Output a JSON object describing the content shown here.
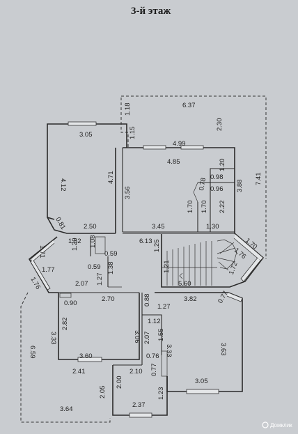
{
  "title": "3-й этаж",
  "watermark": "Домклик",
  "dimensions": [
    {
      "id": "d637",
      "text": "6.37"
    },
    {
      "id": "d230",
      "text": "2.30"
    },
    {
      "id": "d118",
      "text": "1.18"
    },
    {
      "id": "d115",
      "text": "1.15"
    },
    {
      "id": "d305a",
      "text": "3.05"
    },
    {
      "id": "d412",
      "text": "4.12"
    },
    {
      "id": "d471",
      "text": "4.71"
    },
    {
      "id": "d499",
      "text": "4.99"
    },
    {
      "id": "d485",
      "text": "4.85"
    },
    {
      "id": "d120a",
      "text": "1.20"
    },
    {
      "id": "d098",
      "text": "0.98"
    },
    {
      "id": "d741",
      "text": "7.41"
    },
    {
      "id": "d356",
      "text": "3.56"
    },
    {
      "id": "d078",
      "text": "0.78"
    },
    {
      "id": "d096",
      "text": "0.96"
    },
    {
      "id": "d388",
      "text": "3.88"
    },
    {
      "id": "d170a",
      "text": "1.70"
    },
    {
      "id": "d170b",
      "text": "1.70"
    },
    {
      "id": "d222",
      "text": "2.22"
    },
    {
      "id": "d081",
      "text": "0.81"
    },
    {
      "id": "d250",
      "text": "2.50"
    },
    {
      "id": "d345",
      "text": "3.45"
    },
    {
      "id": "d130",
      "text": "1.30"
    },
    {
      "id": "d152",
      "text": "1.52"
    },
    {
      "id": "d613",
      "text": "6.13"
    },
    {
      "id": "d170c",
      "text": "1.70"
    },
    {
      "id": "d171",
      "text": "1.71"
    },
    {
      "id": "d120b",
      "text": "1.20"
    },
    {
      "id": "d108",
      "text": "1.08"
    },
    {
      "id": "d059a",
      "text": "0.59"
    },
    {
      "id": "d125",
      "text": "1.25"
    },
    {
      "id": "d176a",
      "text": "1.76"
    },
    {
      "id": "d177",
      "text": "1.77"
    },
    {
      "id": "d059b",
      "text": "0.59"
    },
    {
      "id": "d138",
      "text": "1.38"
    },
    {
      "id": "d127a",
      "text": "1.27"
    },
    {
      "id": "d121",
      "text": "1.21"
    },
    {
      "id": "d172",
      "text": "1.72"
    },
    {
      "id": "d176b",
      "text": "1.76"
    },
    {
      "id": "d207a",
      "text": "2.07"
    },
    {
      "id": "d560",
      "text": "5.60"
    },
    {
      "id": "d090",
      "text": "0.90"
    },
    {
      "id": "d270",
      "text": "2.70"
    },
    {
      "id": "d088",
      "text": "0.88"
    },
    {
      "id": "d382",
      "text": "3.82"
    },
    {
      "id": "d077a",
      "text": "0.77"
    },
    {
      "id": "d127b",
      "text": "1.27"
    },
    {
      "id": "d112",
      "text": "1.12"
    },
    {
      "id": "d333a",
      "text": "3.33"
    },
    {
      "id": "d282",
      "text": "2.82"
    },
    {
      "id": "d306",
      "text": "3.06"
    },
    {
      "id": "d207b",
      "text": "2.07"
    },
    {
      "id": "d155",
      "text": "1.55"
    },
    {
      "id": "d333b",
      "text": "3.33"
    },
    {
      "id": "d363",
      "text": "3.63"
    },
    {
      "id": "d659",
      "text": "6.59"
    },
    {
      "id": "d360",
      "text": "3.60"
    },
    {
      "id": "d076",
      "text": "0.76"
    },
    {
      "id": "d241",
      "text": "2.41"
    },
    {
      "id": "d210",
      "text": "2.10"
    },
    {
      "id": "d077b",
      "text": "0.77"
    },
    {
      "id": "d305b",
      "text": "3.05"
    },
    {
      "id": "d205",
      "text": "2.05"
    },
    {
      "id": "d200",
      "text": "2.00"
    },
    {
      "id": "d123",
      "text": "1.23"
    },
    {
      "id": "d237",
      "text": "2.37"
    },
    {
      "id": "d364",
      "text": "3.64"
    }
  ]
}
